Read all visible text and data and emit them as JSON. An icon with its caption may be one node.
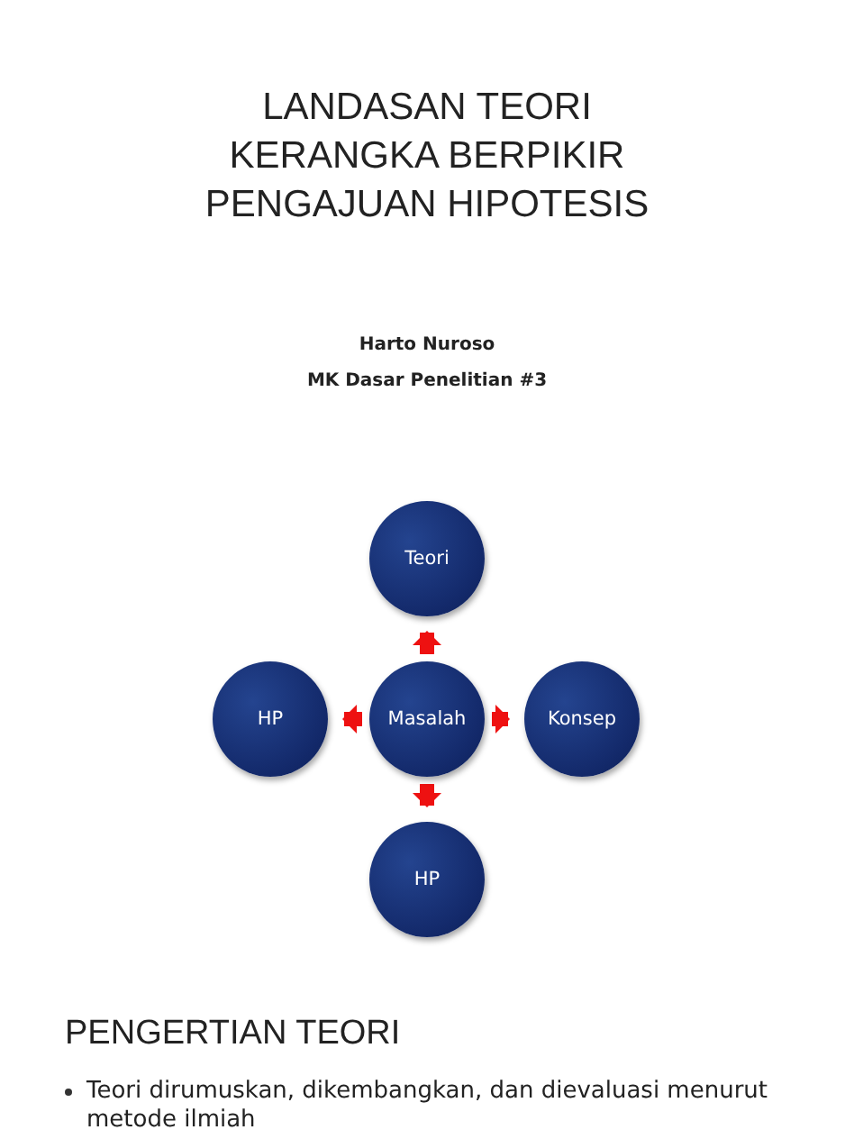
{
  "diagram": {
    "title": "LANDASAN TEORI KERANGKA BERPIKIR PENGAJUAN HIPOTESIS",
    "nodes": [
      {
        "text": [
          "Teori"
        ]
      },
      {
        "text": [
          "HP"
        ]
      },
      {
        "text": [
          "Masalah"
        ]
      },
      {
        "text": [
          "Konsep"
        ]
      },
      {
        "text": [
          "HP"
        ]
      }
    ],
    "edges": [
      {
        "from": 2,
        "to": 0,
        "arrow": "to"
      },
      {
        "from": 2,
        "to": 1,
        "arrow": "to"
      },
      {
        "from": 2,
        "to": 3,
        "arrow": "to"
      },
      {
        "from": 2,
        "to": 4,
        "arrow": "to"
      }
    ],
    "labels": [
      "Harto Nuroso",
      "MK Dasar Penelitian #3",
      "PENGERTIAN TEORI",
      "Teori dirumuskan, dikembangkan, dan dievaluasi menurut metode ilmiah"
    ]
  }
}
